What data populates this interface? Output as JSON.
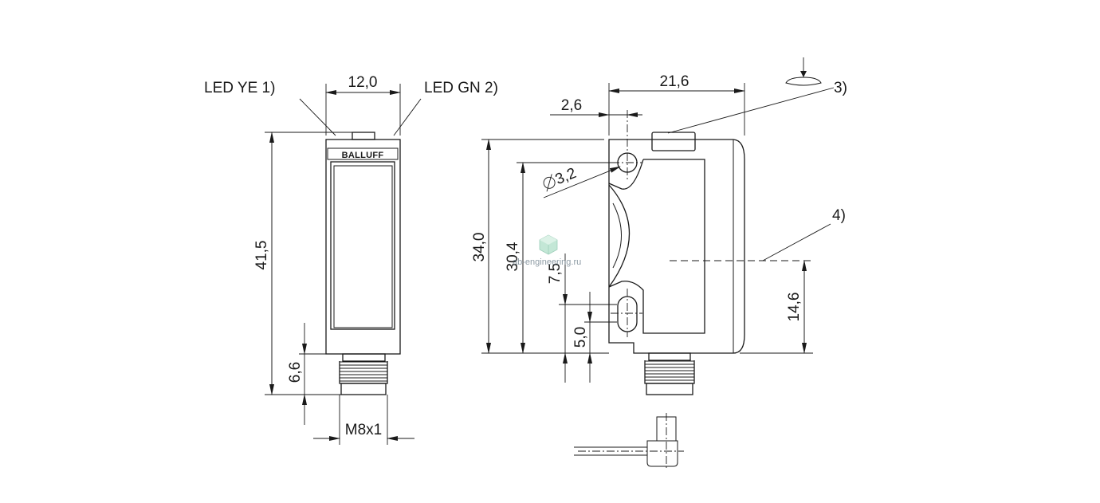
{
  "labels": {
    "led_ye": "LED YE 1)",
    "led_gn": "LED GN 2)",
    "note_3": "3)",
    "note_4": "4)",
    "brand": "BALLUFF",
    "thread": "M8x1"
  },
  "dimensions": {
    "width_front": "12,0",
    "height_total": "41,5",
    "connector_length": "6,6",
    "width_side": "21,6",
    "hole_offset": "2,6",
    "hole_diameter": "3,2",
    "height_side": "34,0",
    "hole_spacing": "30,4",
    "slot_offset": "7,5",
    "slot_bottom": "5,0",
    "optical_axis": "14,6"
  },
  "watermark": {
    "text": "ab-engineering.ru"
  }
}
